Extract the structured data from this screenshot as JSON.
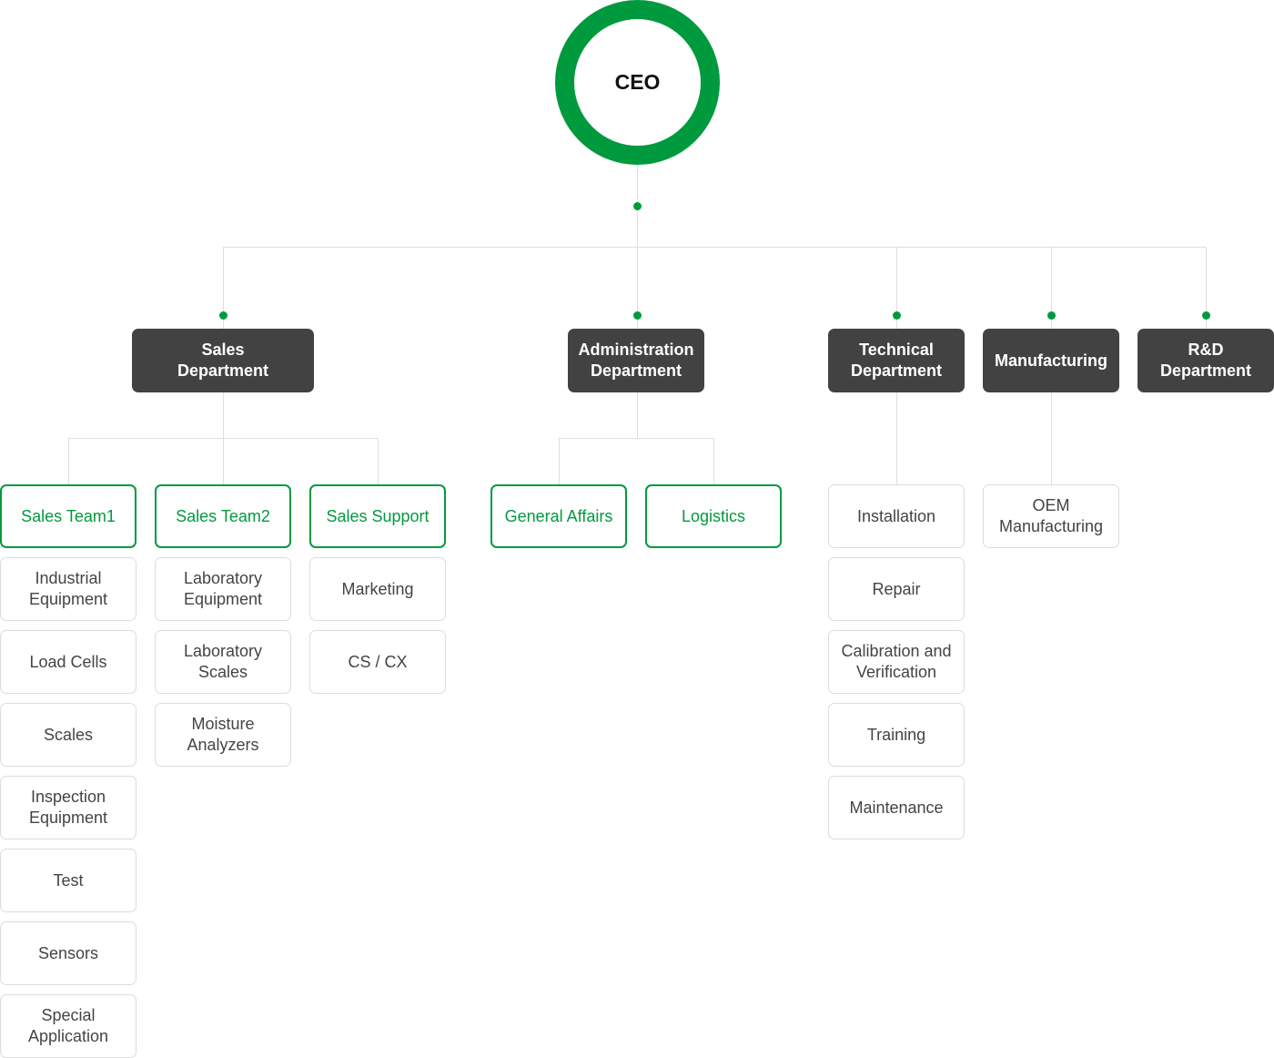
{
  "ceo": {
    "label": "CEO"
  },
  "departments": [
    {
      "label": "Sales Department"
    },
    {
      "label": "Administration Department"
    },
    {
      "label": "Technical Department"
    },
    {
      "label": "Manufacturing"
    },
    {
      "label": "R&D Department"
    }
  ],
  "teams": {
    "sales_team1": "Sales Team1",
    "sales_team2": "Sales Team2",
    "sales_support": "Sales Support",
    "general_affairs": "General Affairs",
    "logistics": "Logistics"
  },
  "sales_team1_items": [
    "Industrial Equipment",
    "Load Cells",
    "Scales",
    "Inspection Equipment",
    "Test",
    "Sensors",
    "Special Application"
  ],
  "sales_team2_items": [
    "Laboratory Equipment",
    "Laboratory Scales",
    "Moisture Analyzers"
  ],
  "sales_support_items": [
    "Marketing",
    "CS / CX"
  ],
  "technical_items": [
    "Installation",
    "Repair",
    "Calibration and Verification",
    "Training",
    "Maintenance"
  ],
  "manufacturing_items": [
    "OEM Manufacturing"
  ],
  "colors": {
    "accent": "#009a3e",
    "department_bg": "#424242",
    "connector": "#dedede"
  }
}
